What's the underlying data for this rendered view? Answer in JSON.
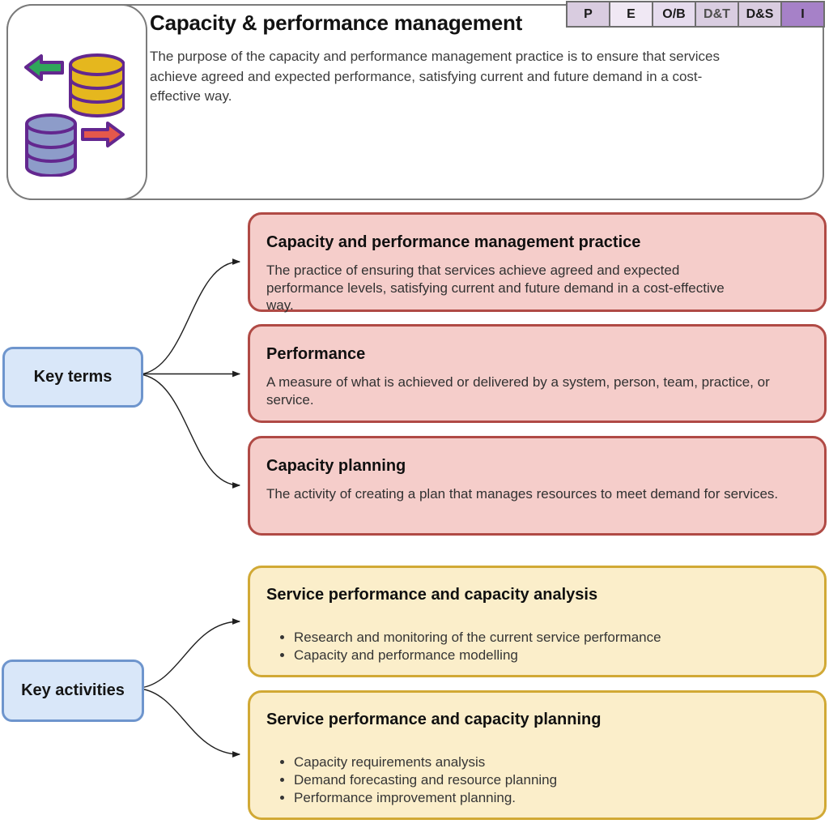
{
  "header": {
    "title": "Capacity & performance management",
    "purpose": "The purpose of the capacity and performance management practice is to ensure that services achieve agreed and expected performance, satisfying current and future demand in a cost-effective way.",
    "icon": "databases-transfer-icon",
    "badges": [
      {
        "label": "P",
        "bg": "#d9cce0",
        "fg": "#1a1a1a"
      },
      {
        "label": "E",
        "bg": "#f0e8f4",
        "fg": "#1a1a1a"
      },
      {
        "label": "O/B",
        "bg": "#e6dcee",
        "fg": "#1a1a1a"
      },
      {
        "label": "D&T",
        "bg": "#d9cde1",
        "fg": "#4f4f4f"
      },
      {
        "label": "D&S",
        "bg": "#d9cce0",
        "fg": "#1a1a1a"
      },
      {
        "label": "I",
        "bg": "#a681c8",
        "fg": "#1a1a1a"
      }
    ]
  },
  "key_terms": {
    "label": "Key terms",
    "items": [
      {
        "title": "Capacity and performance management practice",
        "body": "The practice of ensuring that services achieve agreed and expected performance levels, satisfying current and future demand in a cost-effective way."
      },
      {
        "title": "Performance",
        "body": "A measure of what is achieved or delivered by a system, person, team, practice, or service."
      },
      {
        "title": "Capacity planning",
        "body": "The activity of creating a plan that manages resources to meet demand for services."
      }
    ]
  },
  "key_activities": {
    "label": "Key activities",
    "items": [
      {
        "title": "Service performance and capacity analysis",
        "bullets": [
          "Research and monitoring of the current service performance",
          "Capacity and performance modelling"
        ]
      },
      {
        "title": "Service performance and capacity planning",
        "bullets": [
          "Capacity requirements analysis",
          "Demand forecasting and resource planning",
          "Performance improvement planning."
        ]
      }
    ]
  },
  "colors": {
    "term_box_bg": "#f5cdca",
    "term_box_border": "#b04a45",
    "activity_box_bg": "#fbeeca",
    "activity_box_border": "#d1a935",
    "label_box_bg": "#d9e7f9",
    "label_box_border": "#6e95cd",
    "header_border": "#7b7b7b",
    "connector": "#1f1f1f",
    "icon_outline": "#63278f",
    "icon_yellow": "#e5b71e",
    "icon_blue": "#8d9cc9",
    "icon_green": "#2fa65a",
    "icon_red": "#e4584b"
  }
}
